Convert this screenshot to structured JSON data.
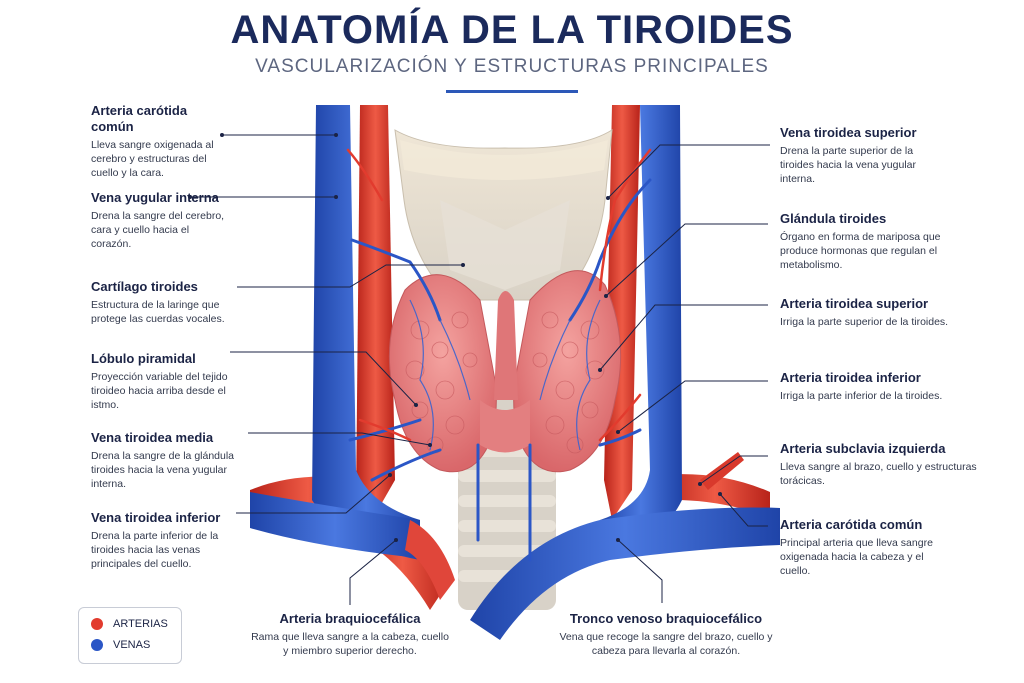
{
  "header": {
    "title": "ANATOMÍA DE LA TIROIDES",
    "subtitle": "VASCULARIZACIÓN Y ESTRUCTURAS PRINCIPALES"
  },
  "colors": {
    "artery": "#e23b2e",
    "vein": "#2b56c6",
    "title": "#1b2a5c"
  },
  "labels_left": [
    {
      "title": "Arteria carótida común",
      "desc": "Lleva sangre oxigenada al cerebro y estructuras del cuello y la cara."
    },
    {
      "title": "Vena yugular interna",
      "desc": "Drena la sangre del cerebro, cara y cuello hacia el corazón."
    },
    {
      "title": "Cartílago tiroides",
      "desc": "Estructura de la laringe que protege las cuerdas vocales."
    },
    {
      "title": "Lóbulo piramidal",
      "desc": "Proyección variable del tejido tiroideo hacia arriba desde el istmo."
    },
    {
      "title": "Vena tiroidea media",
      "desc": "Drena la sangre de la glándula tiroides hacia la vena yugular interna."
    },
    {
      "title": "Vena tiroidea inferior",
      "desc": "Drena la parte inferior de la tiroides hacia las venas principales del cuello."
    }
  ],
  "labels_right": [
    {
      "title": "Vena tiroidea superior",
      "desc": "Drena la parte superior de la tiroides hacia la vena yugular interna."
    },
    {
      "title": "Glándula tiroides",
      "desc": "Órgano en forma de mariposa que produce hormonas que regulan el metabolismo."
    },
    {
      "title": "Arteria tiroidea superior",
      "desc": "Irriga la parte superior de la tiroides."
    },
    {
      "title": "Arteria tiroidea inferior",
      "desc": "Irriga la parte inferior de la tiroides."
    },
    {
      "title": "Arteria subclavia izquierda",
      "desc": "Lleva sangre al brazo, cuello y estructuras torácicas."
    },
    {
      "title": "Arteria carótida común",
      "desc": "Principal arteria que lleva sangre oxigenada hacia la cabeza y el cuello."
    }
  ],
  "labels_bottom": [
    {
      "title": "Arteria braquiocefálica",
      "desc": "Rama que lleva sangre a la cabeza, cuello y miembro superior derecho."
    },
    {
      "title": "Tronco venoso braquiocefálico",
      "desc": "Vena que recoge la sangre del brazo, cuello y cabeza para llevarla al corazón."
    }
  ],
  "legend": {
    "arteries": "ARTERIAS",
    "veins": "VENAS"
  }
}
